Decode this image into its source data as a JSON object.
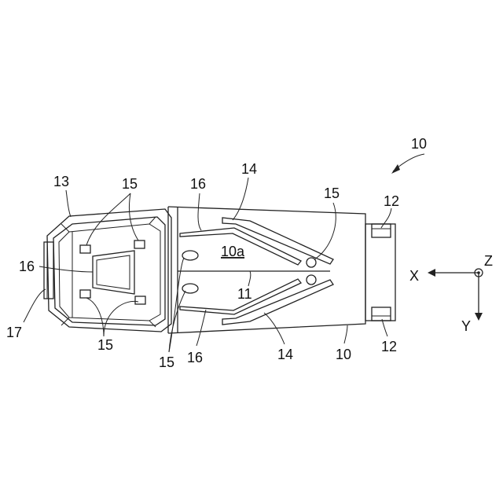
{
  "labels": {
    "device": "10",
    "device_body": "10",
    "face": "10a",
    "slit": "11",
    "tab_top": "12",
    "tab_bottom": "12",
    "cover": "13",
    "arm_top": "14",
    "arm_bottom": "14",
    "hole_top_left": "15",
    "hole_bottom_left": "15",
    "hole_right": "15",
    "hole_center": "15",
    "rail_top": "16",
    "rail_left": "16",
    "rail_bottom": "16",
    "hinge": "17"
  },
  "axes": {
    "x": "X",
    "y": "Y",
    "z": "Z"
  }
}
